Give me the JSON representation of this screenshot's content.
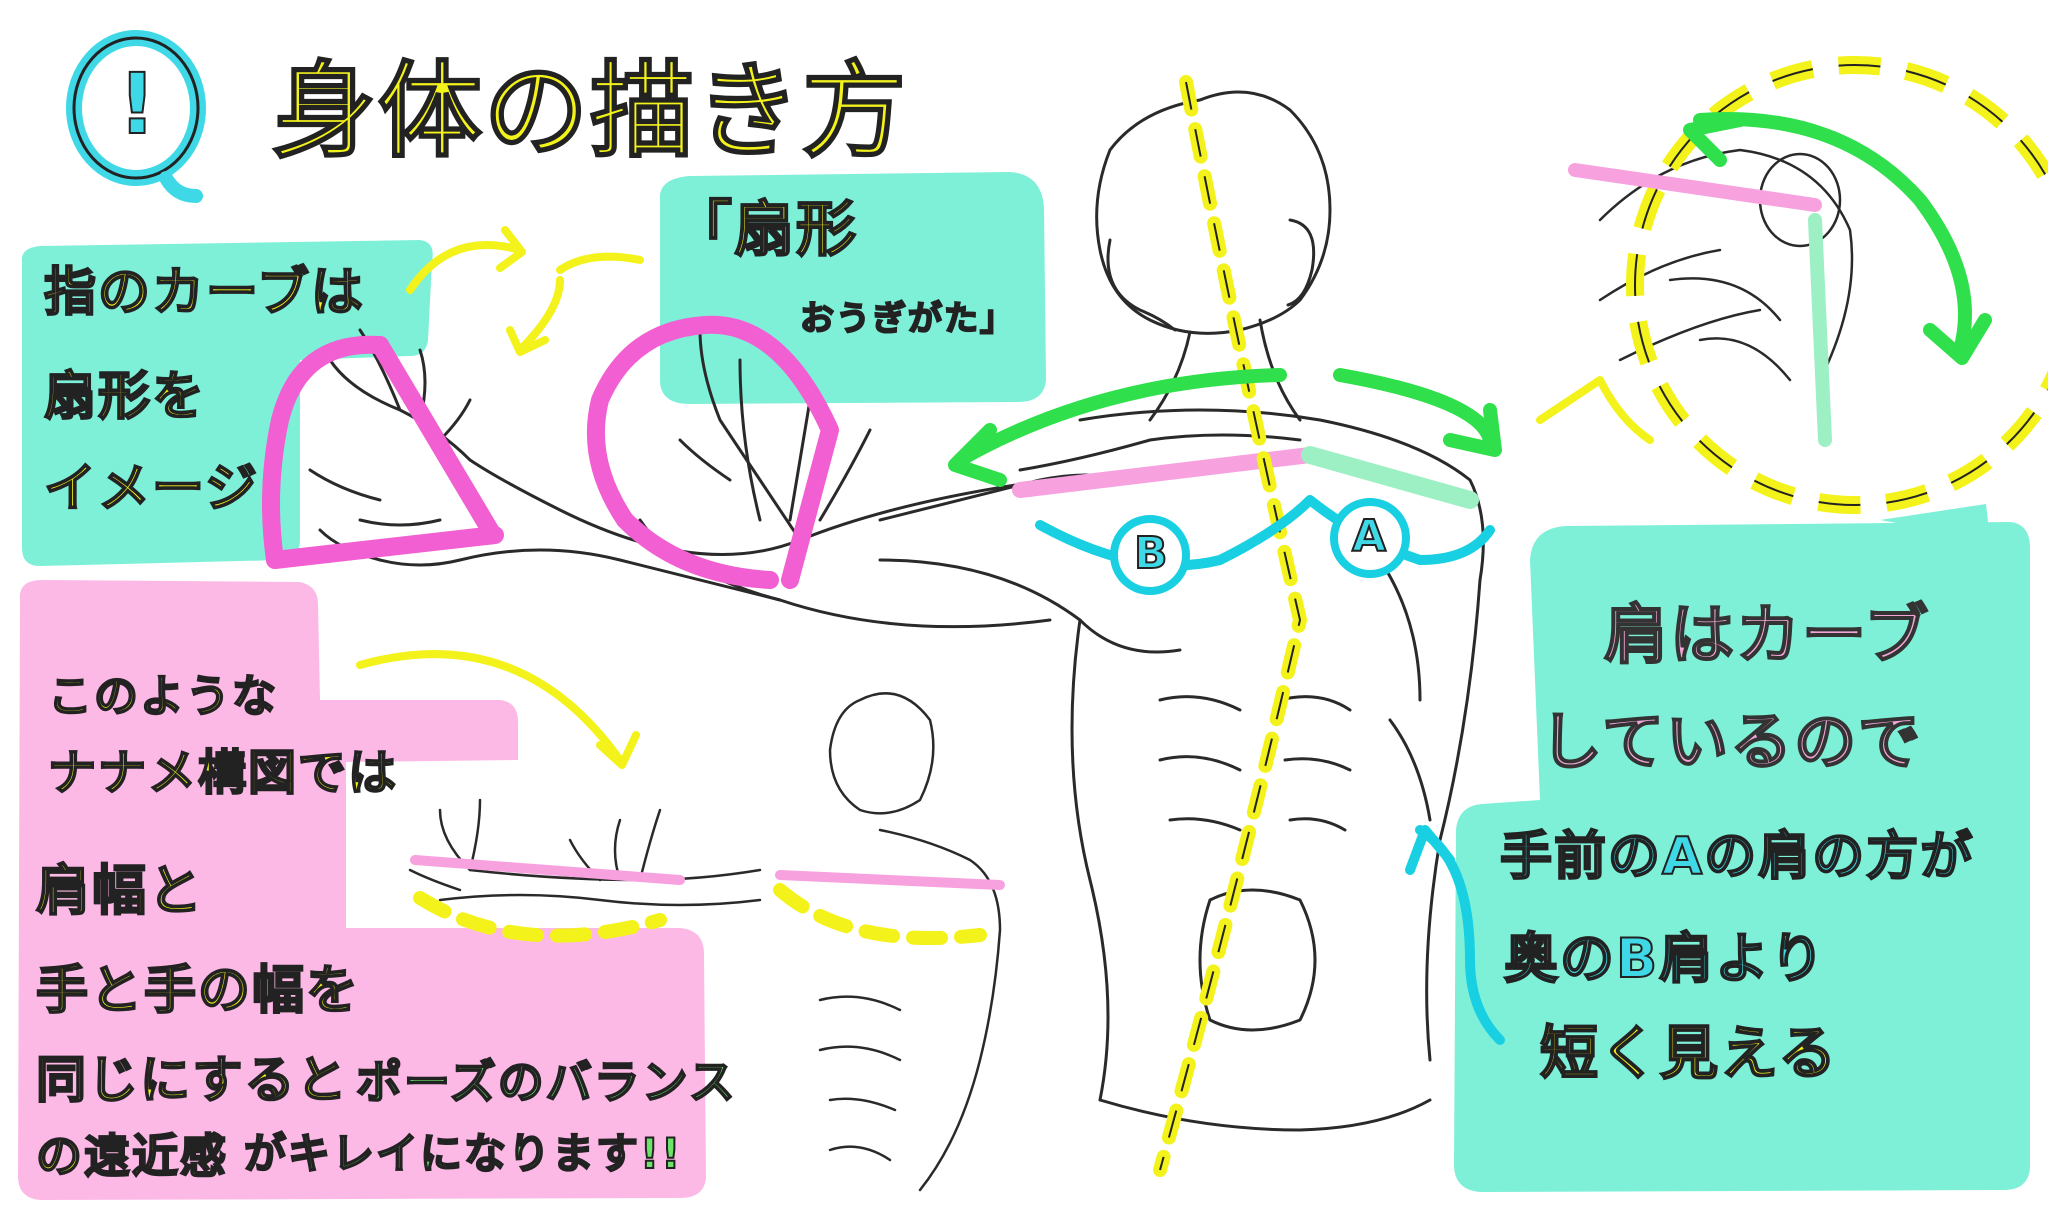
{
  "title": {
    "badge": "!",
    "text": "身体の描き方"
  },
  "labels": {
    "finger_note": [
      "指のカーブは",
      "扇形を",
      "イメージ"
    ],
    "fan_term": "「扇形",
    "fan_reading": "おうぎがた」",
    "marker_a": "A",
    "marker_b": "B"
  },
  "left_note": {
    "line1": "このような",
    "line2": "ナナメ構図では",
    "line3": "肩幅と",
    "line4": "手と手の幅を",
    "line5_part1": "同じにすると",
    "line5_part2": "ポーズのバランス",
    "line6_part1": "の遠近感",
    "line6_part2": "がキレイになります!!"
  },
  "right_note": {
    "line1": "肩はカーブ",
    "line2": "しているので",
    "line3": "手前のAの肩の方が",
    "line4": "奥のB肩より",
    "line5": "短く見える"
  },
  "colors": {
    "mint": "#7ef0d8",
    "pink": "#fdb9e6",
    "magenta": "#f25fd2",
    "yellow": "#f3f21b",
    "green": "#2fe04c",
    "cyan": "#18d0e2",
    "ink": "#2a2a2a"
  }
}
